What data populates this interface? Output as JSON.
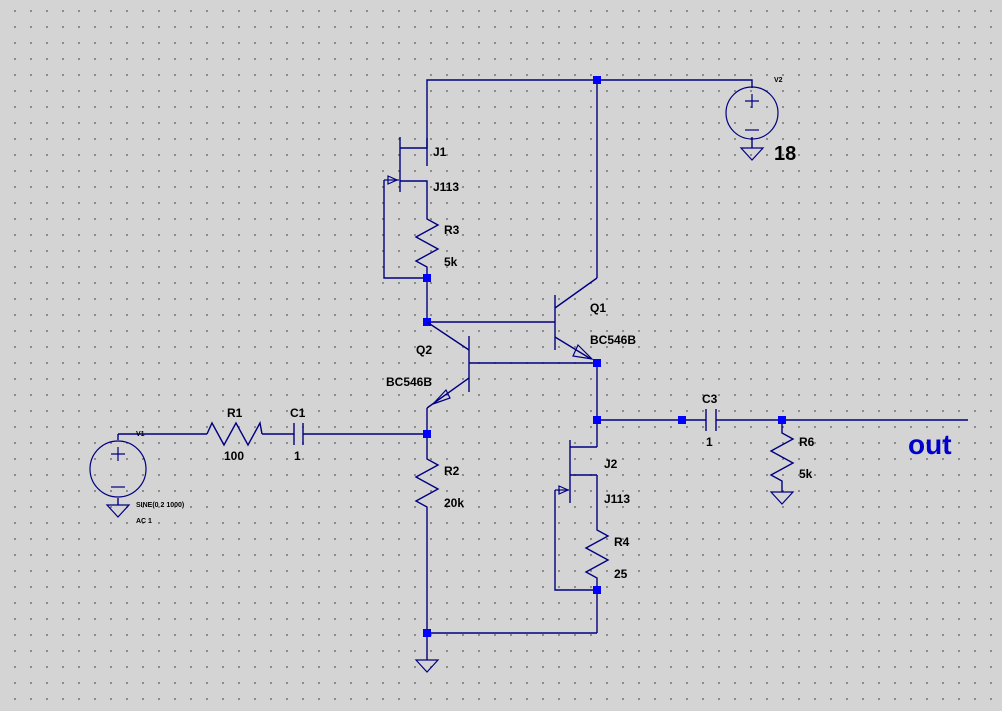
{
  "colors": {
    "wire": "#000080",
    "junction": "#0000ff",
    "net_label": "#0000cc"
  },
  "components": {
    "V1": {
      "ref": "V1",
      "value": "SINE(0 2 1000)",
      "ac": "AC 1"
    },
    "V2": {
      "ref": "V2",
      "value": "18"
    },
    "R1": {
      "ref": "R1",
      "value": "100"
    },
    "C1": {
      "ref": "C1",
      "value": "1"
    },
    "R2": {
      "ref": "R2",
      "value": "20k"
    },
    "R3": {
      "ref": "R3",
      "value": "5k"
    },
    "R4": {
      "ref": "R4",
      "value": "25"
    },
    "R6": {
      "ref": "R6",
      "value": "5k"
    },
    "C3": {
      "ref": "C3",
      "value": "1"
    },
    "J1": {
      "ref": "J1",
      "model": "J113"
    },
    "J2": {
      "ref": "J2",
      "model": "J113"
    },
    "Q1": {
      "ref": "Q1",
      "model": "BC546B"
    },
    "Q2": {
      "ref": "Q2",
      "model": "BC546B"
    }
  },
  "net_labels": {
    "out": "out"
  },
  "icons": {
    "voltage_source": "circle-plus-minus",
    "ground": "inverted-triangle",
    "capacitor": "parallel-plates",
    "resistor": "zigzag",
    "njfet": "n-channel-jfet",
    "npn": "npn-bjt"
  }
}
